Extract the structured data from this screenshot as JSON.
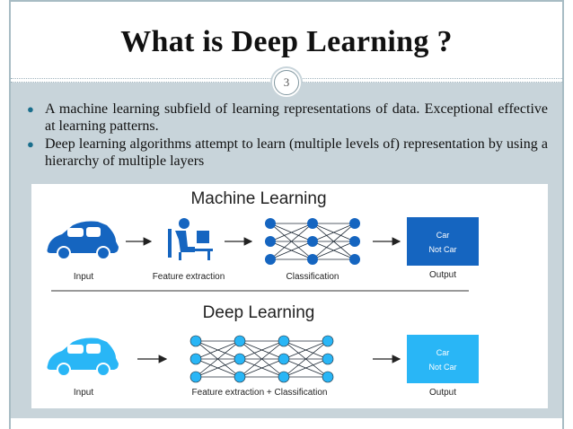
{
  "slide": {
    "title": "What is Deep Learning ?",
    "slide_number": "3",
    "bullets": [
      "A machine learning subfield of learning representations of data. Exceptional effective at learning patterns.",
      "Deep learning algorithms attempt to learn (multiple levels of) representation by using a hierarchy of multiple layers"
    ]
  },
  "diagram": {
    "ml_heading": "Machine Learning",
    "ml_input_label": "Input",
    "ml_feature_label": "Feature extraction",
    "ml_class_label": "Classification",
    "ml_output_label": "Output",
    "ml_output_line1": "Car",
    "ml_output_line2": "Not Car",
    "dl_heading": "Deep Learning",
    "dl_input_label": "Input",
    "dl_combined_label": "Feature extraction + Classification",
    "dl_output_label": "Output",
    "dl_output_line1": "Car",
    "dl_output_line2": "Not Car",
    "colors": {
      "ml_blue": "#1565c0",
      "dl_blue": "#29b6f6",
      "text_dark": "#222222",
      "arrow": "#222222"
    },
    "icons": [
      "car-icon",
      "person-at-computer-icon",
      "neural-network-icon",
      "car-icon",
      "deep-neural-network-icon"
    ]
  }
}
